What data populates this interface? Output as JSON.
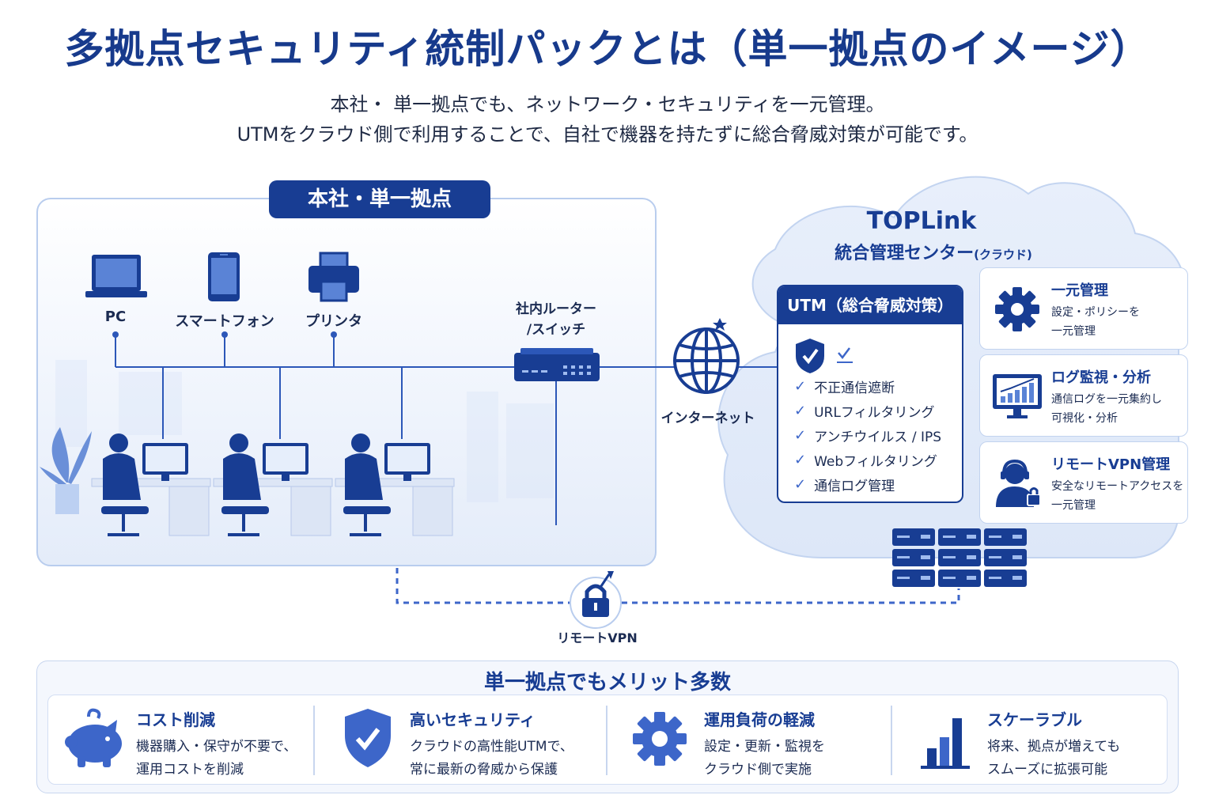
{
  "title": "多拠点セキュリティ統制パックとは（単一拠点のイメージ）",
  "subtitle_lines": [
    "本社・ 単一拠点でも、ネットワーク・セキュリティを一元管理。",
    "UTMをクラウド側で利用することで、自社で機器を持たずに総合脅威対策が可能です。"
  ],
  "office": {
    "label": "本社・単一拠点",
    "devices": [
      "PC",
      "スマートフォン",
      "プリンタ"
    ],
    "router_label_lines": [
      "社内ルーター",
      "/スイッチ"
    ]
  },
  "internet_label": "インターネット",
  "cloud": {
    "name": "TOPLink",
    "center": "統合管理センター",
    "center_note": "(クラウド)",
    "utm": {
      "title": "UTM（総合脅威対策）",
      "items": [
        "不正通信遮断",
        "URLフィルタリング",
        "アンチウイルス / IPS",
        "Webフィルタリング",
        "通信ログ管理"
      ]
    },
    "features": [
      {
        "title": "一元管理",
        "desc_lines": [
          "設定・ポリシーを",
          "一元管理"
        ],
        "icon": "gear-icon"
      },
      {
        "title": "ログ監視・分析",
        "desc_lines": [
          "通信ログを一元集約し",
          "可視化・分析"
        ],
        "icon": "monitor-chart-icon"
      },
      {
        "title": "リモートVPN管理",
        "desc_lines": [
          "安全なリモートアクセスを",
          "一元管理"
        ],
        "icon": "user-lock-icon"
      }
    ]
  },
  "vpn_label": "リモートVPN",
  "merits": {
    "title": "単一拠点でもメリット多数",
    "items": [
      {
        "title": "コスト削減",
        "desc_lines": [
          "機器購入・保守が不要で、",
          "運用コストを削減"
        ],
        "icon": "piggy-bank-icon"
      },
      {
        "title": "高いセキュリティ",
        "desc_lines": [
          "クラウドの高性能UTMで、",
          "常に最新の脅威から保護"
        ],
        "icon": "shield-check-icon"
      },
      {
        "title": "運用負荷の軽減",
        "desc_lines": [
          "設定・更新・監視を",
          "クラウド側で実施"
        ],
        "icon": "gear-icon"
      },
      {
        "title": "スケーラブル",
        "desc_lines": [
          "将来、拠点が増えても",
          "スムーズに拡張可能"
        ],
        "icon": "bar-chart-icon"
      }
    ]
  },
  "colors": {
    "primary": "#183d93",
    "accent": "#3d66c9",
    "light": "#dbe6f8"
  }
}
